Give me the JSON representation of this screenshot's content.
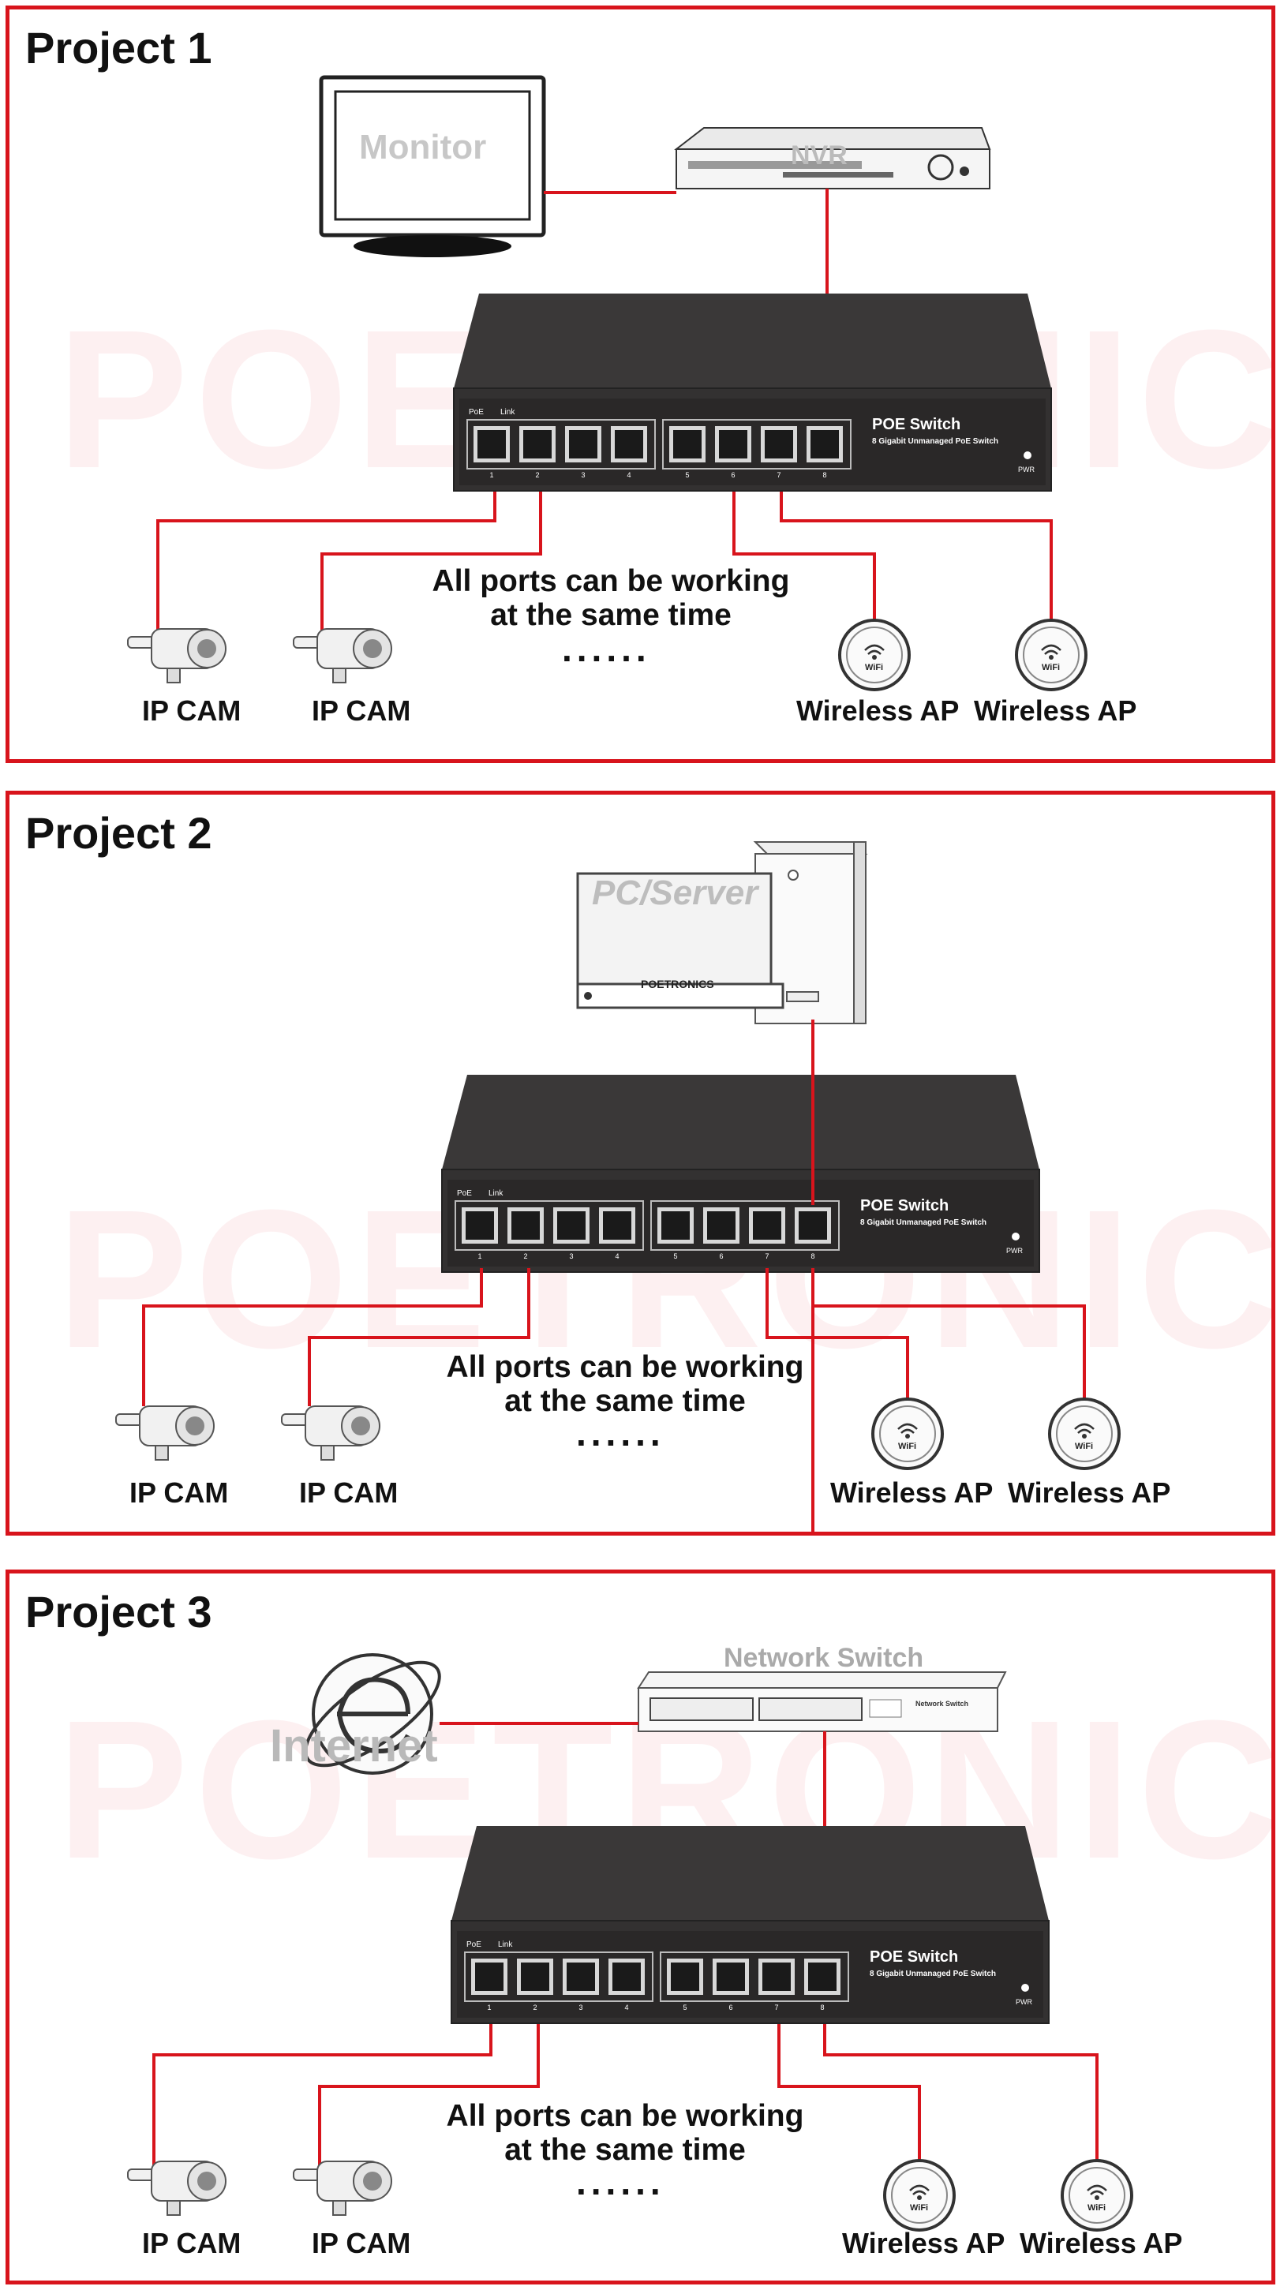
{
  "watermark": "POETRONICS",
  "switch": {
    "title": "POE Switch",
    "subtitle": "8 Gigabit Unmanaged PoE Switch",
    "pwr": "PWR",
    "poe_label": "PoE",
    "link_label": "Link",
    "ports": [
      "1",
      "2",
      "3",
      "4",
      "5",
      "6",
      "7",
      "8"
    ]
  },
  "caption": {
    "line1": "All ports can be working",
    "line2": "at the same time",
    "dots": "......"
  },
  "device_labels": {
    "cam": "IP CAM",
    "ap": "Wireless AP",
    "wifi": "WiFi"
  },
  "projects": [
    {
      "title": "Project 1",
      "source_a": "Monitor",
      "source_b": "NVR"
    },
    {
      "title": "Project 2",
      "source_a": "PC/Server",
      "brand": "POETRONICS"
    },
    {
      "title": "Project 3",
      "source_a": "Internet",
      "source_b": "Network Switch",
      "mini_switch_label": "Network Switch"
    }
  ],
  "colors": {
    "border": "#d8141c",
    "line": "#d8141c",
    "switch_body": "#3a3838",
    "switch_face": "#2a2828"
  }
}
